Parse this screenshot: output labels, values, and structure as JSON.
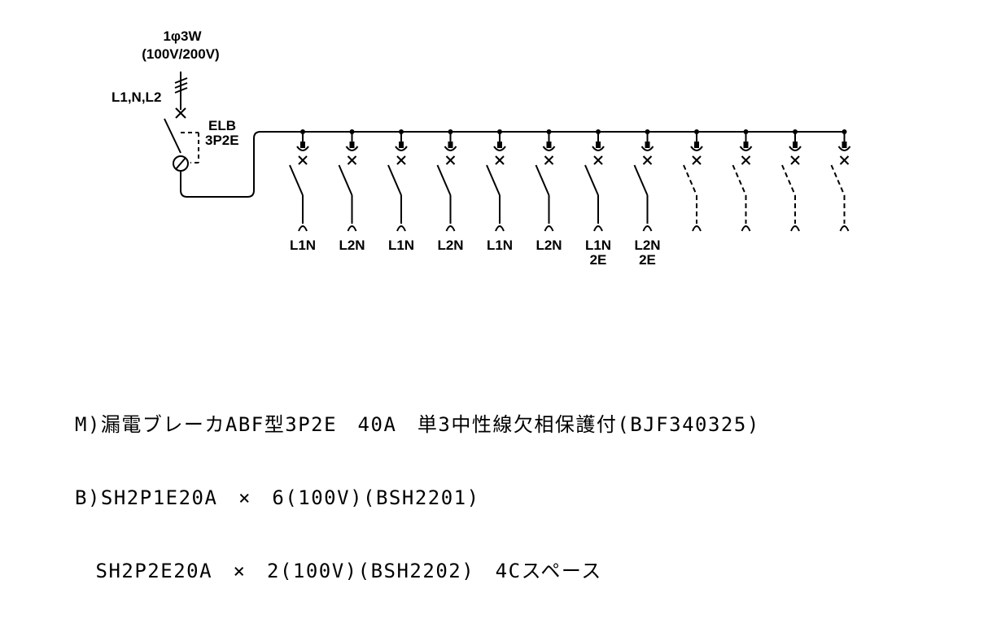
{
  "supply": {
    "phase": "1φ3W",
    "voltage": "(100V/200V)",
    "conductors": "L1,N,L2"
  },
  "main_breaker": {
    "type": "ELB",
    "poles": "3P2E"
  },
  "circuits": [
    {
      "label": "L1N",
      "label2": "",
      "spare": false
    },
    {
      "label": "L2N",
      "label2": "",
      "spare": false
    },
    {
      "label": "L1N",
      "label2": "",
      "spare": false
    },
    {
      "label": "L2N",
      "label2": "",
      "spare": false
    },
    {
      "label": "L1N",
      "label2": "",
      "spare": false
    },
    {
      "label": "L2N",
      "label2": "",
      "spare": false
    },
    {
      "label": "L1N",
      "label2": "2E",
      "spare": false
    },
    {
      "label": "L2N",
      "label2": "2E",
      "spare": false
    },
    {
      "label": "",
      "label2": "",
      "spare": true
    },
    {
      "label": "",
      "label2": "",
      "spare": true
    },
    {
      "label": "",
      "label2": "",
      "spare": true
    },
    {
      "label": "",
      "label2": "",
      "spare": true
    }
  ],
  "notes": {
    "line1": "M)漏電ブレーカABF型3P2E　40A　単3中性線欠相保護付(BJF340325)",
    "line2": "B)SH2P1E20A　×　6(100V)(BSH2201)",
    "line3": "　SH2P2E20A　×　2(100V)(BSH2202)　4Cスペース"
  }
}
